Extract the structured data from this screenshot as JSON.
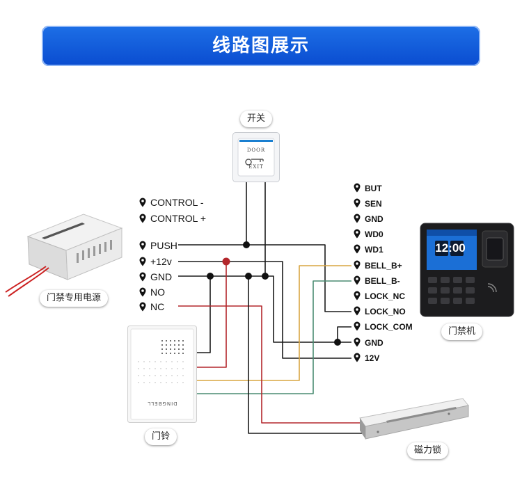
{
  "header": {
    "title": "线路图展示"
  },
  "devices": {
    "switch": "开关",
    "power_supply": "门禁专用电源",
    "access_control": "门禁机",
    "doorbell": "门铃",
    "magnetic_lock": "磁力锁"
  },
  "device_text": {
    "door": "DOOR",
    "exit": "EXIT",
    "clock": "12:00",
    "bell_brand": "DINGBELL"
  },
  "power_pins": [
    "CONTROL -",
    "CONTROL +",
    "PUSH",
    "+12v",
    "GND",
    "NO",
    "NC"
  ],
  "controller_pins": [
    "BUT",
    "SEN",
    "GND",
    "WD0",
    "WD1",
    "BELL_B+",
    "BELL_B-",
    "LOCK_NC",
    "LOCK_NO",
    "LOCK_COM",
    "GND",
    "12V"
  ],
  "colors": {
    "banner": "#0a4cd0",
    "wire_black": "#1a1a1a",
    "wire_red": "#b3262b",
    "wire_yellow": "#d9a541",
    "wire_green": "#4a8c72"
  }
}
